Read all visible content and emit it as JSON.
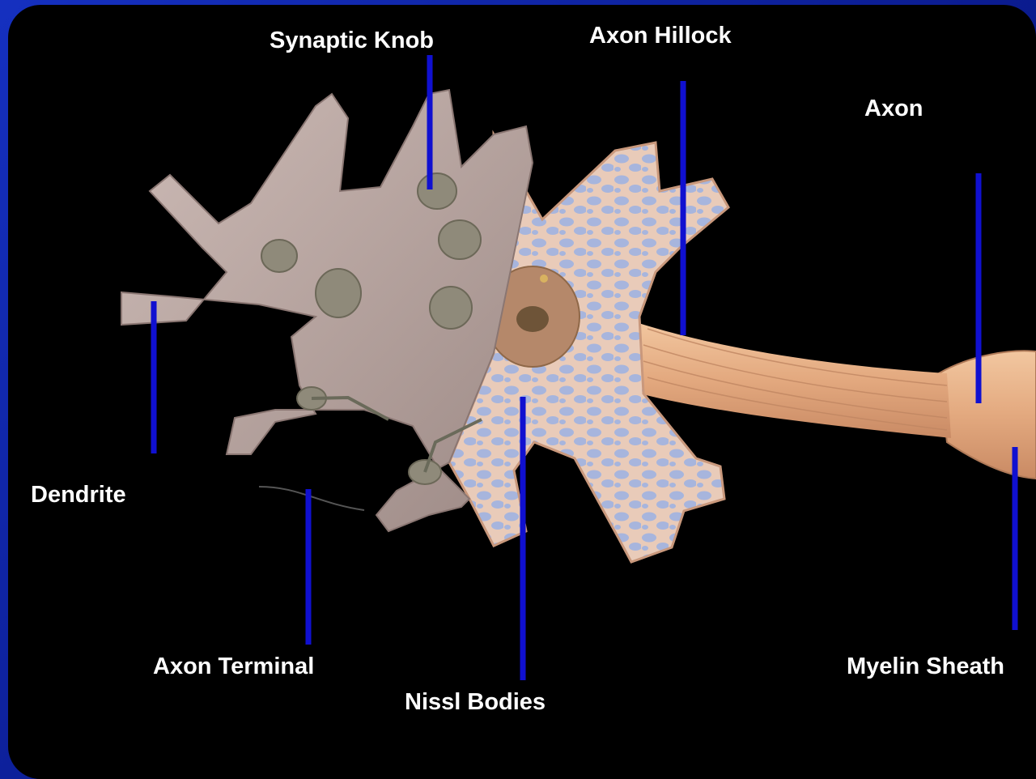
{
  "diagram": {
    "labels": {
      "synaptic_knob": "Synaptic Knob",
      "axon_hillock": "Axon Hillock",
      "axon": "Axon",
      "dendrite": "Dendrite",
      "axon_terminal": "Axon Terminal",
      "nissl_bodies": "Nissl Bodies",
      "myelin_sheath": "Myelin Sheath"
    },
    "colors": {
      "frame": "#0a1a8c",
      "background": "#000000",
      "leader_line": "#1010d0",
      "cell_surface": "#b9a6a2",
      "cytoplasm": "#a9b8dc",
      "axon": "#e8b48c",
      "label_text": "#ffffff"
    }
  }
}
